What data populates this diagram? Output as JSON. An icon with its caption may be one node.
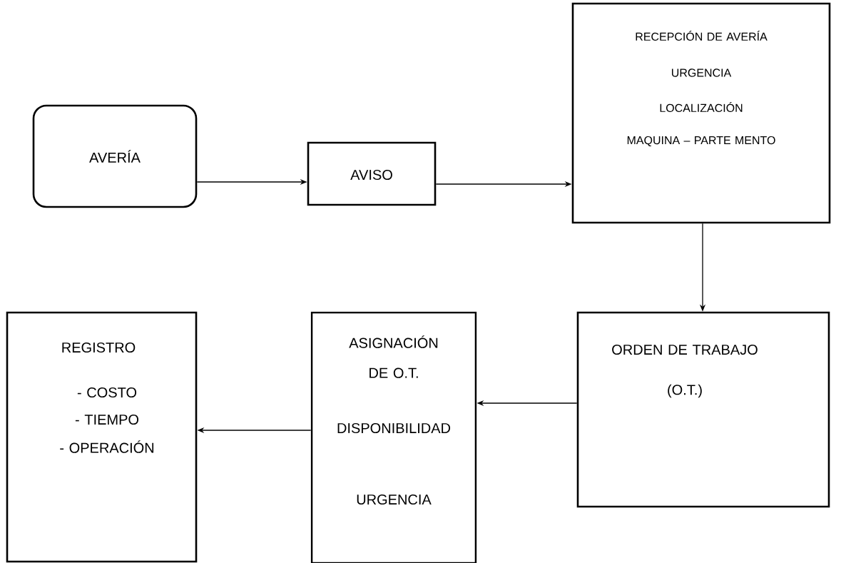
{
  "diagram": {
    "nodes": [
      {
        "text": [
          "AVERÍA"
        ]
      },
      {
        "text": [
          "AVISO"
        ]
      },
      {
        "text": [
          "RECEPCIÓN DE AVERÍA",
          "URGENCIA",
          "LOCALIZACIÓN",
          "MAQUINA – PARTE MENTO"
        ]
      },
      {
        "text": [
          "ORDEN DE TRABAJO",
          "(O.T.)"
        ]
      },
      {
        "text": [
          "ASIGNACIÓN DE O.T.",
          "DISPONIBILIDAD",
          "URGENCIA"
        ]
      },
      {
        "text": [
          "REGISTRO",
          "- COSTO",
          "- TIEMPO",
          "- OPERACIÓN"
        ]
      }
    ],
    "edges": [
      {
        "from": 0,
        "to": 1,
        "arrow": "to"
      },
      {
        "from": 1,
        "to": 2,
        "arrow": "to"
      },
      {
        "from": 2,
        "to": 3,
        "arrow": "to"
      },
      {
        "from": 3,
        "to": 4,
        "arrow": "to"
      },
      {
        "from": 4,
        "to": 5,
        "arrow": "to"
      }
    ]
  }
}
